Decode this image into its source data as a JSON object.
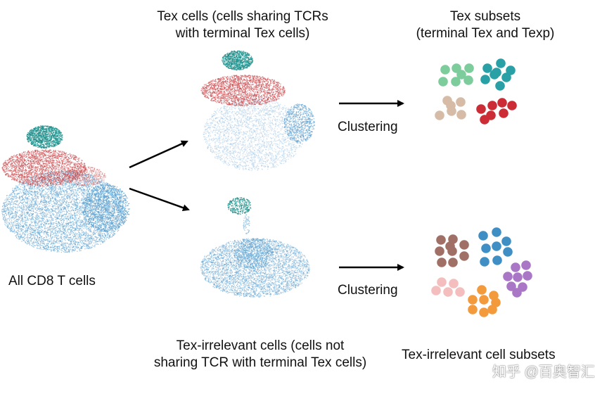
{
  "labels": {
    "tex_title_line1": "Tex cells (cells sharing TCRs",
    "tex_title_line2": "with terminal Tex cells)",
    "subsets_title_line1": "Tex subsets",
    "subsets_title_line2": "(terminal Tex and Texp)",
    "all_cd8": "All CD8 T cells",
    "clustering_top": "Clustering",
    "clustering_bottom": "Clustering",
    "irrelevant_line1": "Tex-irrelevant cells (cells not",
    "irrelevant_line2": "sharing TCR with terminal Tex cells)",
    "irrelevant_subsets": "Tex-irrelevant cell subsets"
  },
  "watermark": "知乎 @百奥智汇",
  "colors": {
    "teal": "#1a8f8a",
    "red": "#c9484b",
    "blue": "#5a9fce",
    "light_blue": "#a9cbe6",
    "arrow": "#000000"
  },
  "clusters": {
    "top": [
      {
        "name": "light-green-cluster",
        "color": "#7ccc9c",
        "count": 7
      },
      {
        "name": "teal-cluster",
        "color": "#28a0a6",
        "count": 8
      },
      {
        "name": "tan-cluster",
        "color": "#d6bca6",
        "count": 6
      },
      {
        "name": "red-cluster",
        "color": "#cb2c36",
        "count": 7
      }
    ],
    "bottom": [
      {
        "name": "brown-cluster",
        "color": "#a07066",
        "count": 9
      },
      {
        "name": "blue-cluster",
        "color": "#3f8fc4",
        "count": 8
      },
      {
        "name": "pink-cluster",
        "color": "#f3bebd",
        "count": 5
      },
      {
        "name": "purple-cluster",
        "color": "#a977c6",
        "count": 8
      },
      {
        "name": "orange-cluster",
        "color": "#f39a3c",
        "count": 8
      }
    ]
  }
}
